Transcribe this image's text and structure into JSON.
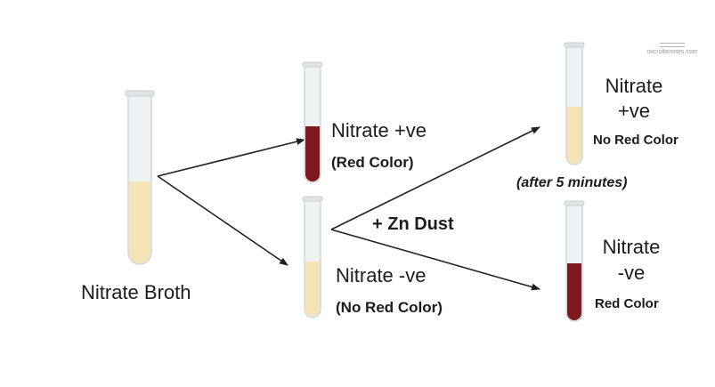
{
  "watermark": "microbenotes.com",
  "colors": {
    "broth": "#f4e3b4",
    "red": "#7e1a1f",
    "glass": "#eef2f3",
    "rim": "#c9cfd2",
    "arrow": "#222222"
  },
  "tubes": {
    "broth": {
      "label": "Nitrate Broth"
    },
    "positive": {
      "label": "Nitrate +ve",
      "note": "(Red Color)"
    },
    "negative": {
      "label": "Nitrate -ve",
      "note": "(No Red Color)"
    },
    "zn_positive": {
      "label_line1": "Nitrate",
      "label_line2": "+ve",
      "note": "No Red Color"
    },
    "zn_negative": {
      "label_line1": "Nitrate",
      "label_line2": "-ve",
      "note": "Red Color"
    }
  },
  "step": {
    "reagent": "+ Zn Dust",
    "timing": "(after 5 minutes)"
  }
}
